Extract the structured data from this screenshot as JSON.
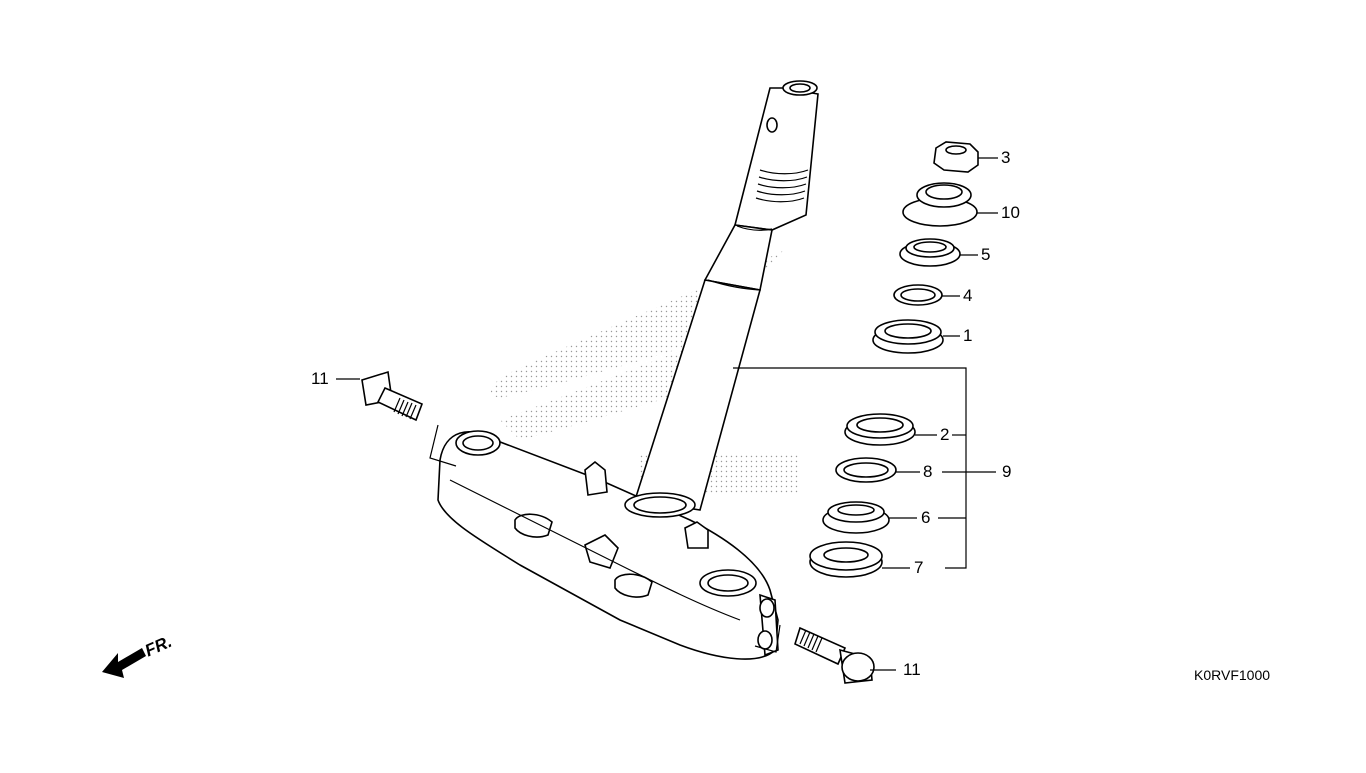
{
  "diagram": {
    "code": "K0RVF1000",
    "front_label": "FR.",
    "callouts": {
      "c1": "1",
      "c2": "2",
      "c3": "3",
      "c4": "4",
      "c5": "5",
      "c6": "6",
      "c7": "7",
      "c8": "8",
      "c9": "9",
      "c10": "10",
      "c11a": "11",
      "c11b": "11"
    },
    "colors": {
      "line": "#000000",
      "dots": "#9a9a9a"
    }
  }
}
